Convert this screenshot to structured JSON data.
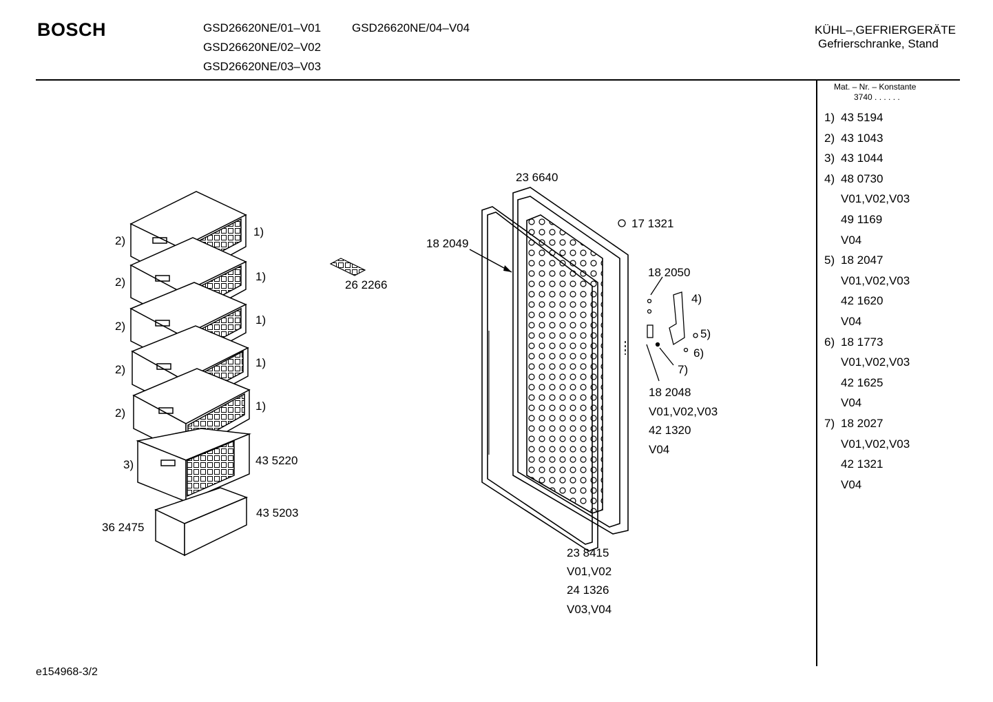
{
  "header": {
    "brand": "BOSCH",
    "models": [
      "GSD26620NE/01–V01",
      "GSD26620NE/04–V04",
      "GSD26620NE/02–V02",
      "GSD26620NE/03–V03"
    ],
    "category": "KÜHL–,GEFRIERGERÄTE",
    "subcategory": "Gefrierschranke, Stand"
  },
  "parts_panel": {
    "constant_label": "Mat. – Nr. – Konstante",
    "constant_value": "3740 . .   . . . .",
    "entries": [
      {
        "index": "1)",
        "text": "43 5194"
      },
      {
        "index": "2)",
        "text": "43 1043"
      },
      {
        "index": "3)",
        "text": "43 1044"
      },
      {
        "index": "4)",
        "text": "48 0730"
      },
      {
        "index": "",
        "text": "V01,V02,V03"
      },
      {
        "index": "",
        "text": "49 1169"
      },
      {
        "index": "",
        "text": "V04"
      },
      {
        "index": "5)",
        "text": "18 2047"
      },
      {
        "index": "",
        "text": "V01,V02,V03"
      },
      {
        "index": "",
        "text": "42 1620"
      },
      {
        "index": "",
        "text": "V04"
      },
      {
        "index": "6)",
        "text": "18 1773"
      },
      {
        "index": "",
        "text": "V01,V02,V03"
      },
      {
        "index": "",
        "text": "42 1625"
      },
      {
        "index": "",
        "text": "V04"
      },
      {
        "index": "7)",
        "text": "18 2027"
      },
      {
        "index": "",
        "text": "V01,V02,V03"
      },
      {
        "index": "",
        "text": "42 1321"
      },
      {
        "index": "",
        "text": "V04"
      }
    ]
  },
  "callouts": {
    "door_panel": "23 6640",
    "gasket": "18 2049",
    "screw": "17 1321",
    "hinge_upper": "18 2050",
    "hinge_part": "18 2048",
    "hinge_variant_a": "V01,V02,V03",
    "hinge_part_b": "42 1320",
    "hinge_variant_b": "V04",
    "ice_tray": "26 2266",
    "drawer_large": "43 5220",
    "drawer_bottom": "43 5203",
    "drawer_front": "36 2475",
    "door_seal": "23 8415",
    "door_seal_variant_a": "V01,V02",
    "door_seal_b": "24 1326",
    "door_seal_variant_b": "V03,V04",
    "ref_1": "1)",
    "ref_2": "2)",
    "ref_3": "3)",
    "ref_4": "4)",
    "ref_5": "5)",
    "ref_6": "6)",
    "ref_7": "7)"
  },
  "footer": {
    "drawing_id": "e154968-3/2"
  }
}
